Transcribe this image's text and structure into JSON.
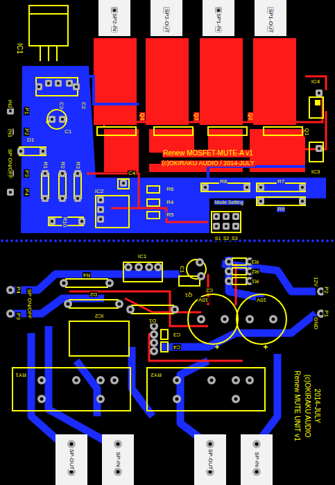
{
  "diagram": {
    "labels": [
      "IC1",
      "SP2-IN",
      "SP2-OUT",
      "SP1-IN",
      "SP1-OUT",
      "IC4",
      "C3",
      "C2",
      "C1",
      "IN2",
      "P1",
      "P2",
      "IN1",
      "SP ON/OFF",
      "P3",
      "P4",
      "D1",
      "R1",
      "R2",
      "R3",
      "Q4",
      "Q3",
      "Q2",
      "Q1",
      "IC3",
      "Renew MOSFET-MUTE-A v1",
      "(c)OKIRAKU AUDIO / 2014-JULY",
      "IC2",
      "C4",
      "R8",
      "R7",
      "R9",
      "R6",
      "R4",
      "R5",
      "R10",
      "Mode Setting",
      "S1",
      "S2",
      "S3",
      "P4",
      "SP ON/OFF",
      "P3",
      "R4",
      "IC1",
      "C1",
      "C2",
      "R3",
      "R2",
      "R1",
      "Q1",
      "D2",
      "D1",
      "IC2",
      "C3",
      "C4",
      "10V",
      "10V",
      "P2",
      "12V",
      "P1",
      "GND",
      "RY1",
      "RY2",
      "Renew MUTE UNIT v1",
      "(c)OKIRAKU AUDIO",
      "2014-JULY",
      "SP-OUT",
      "SP-IN",
      "SP-OUT",
      "SP-IN"
    ]
  }
}
